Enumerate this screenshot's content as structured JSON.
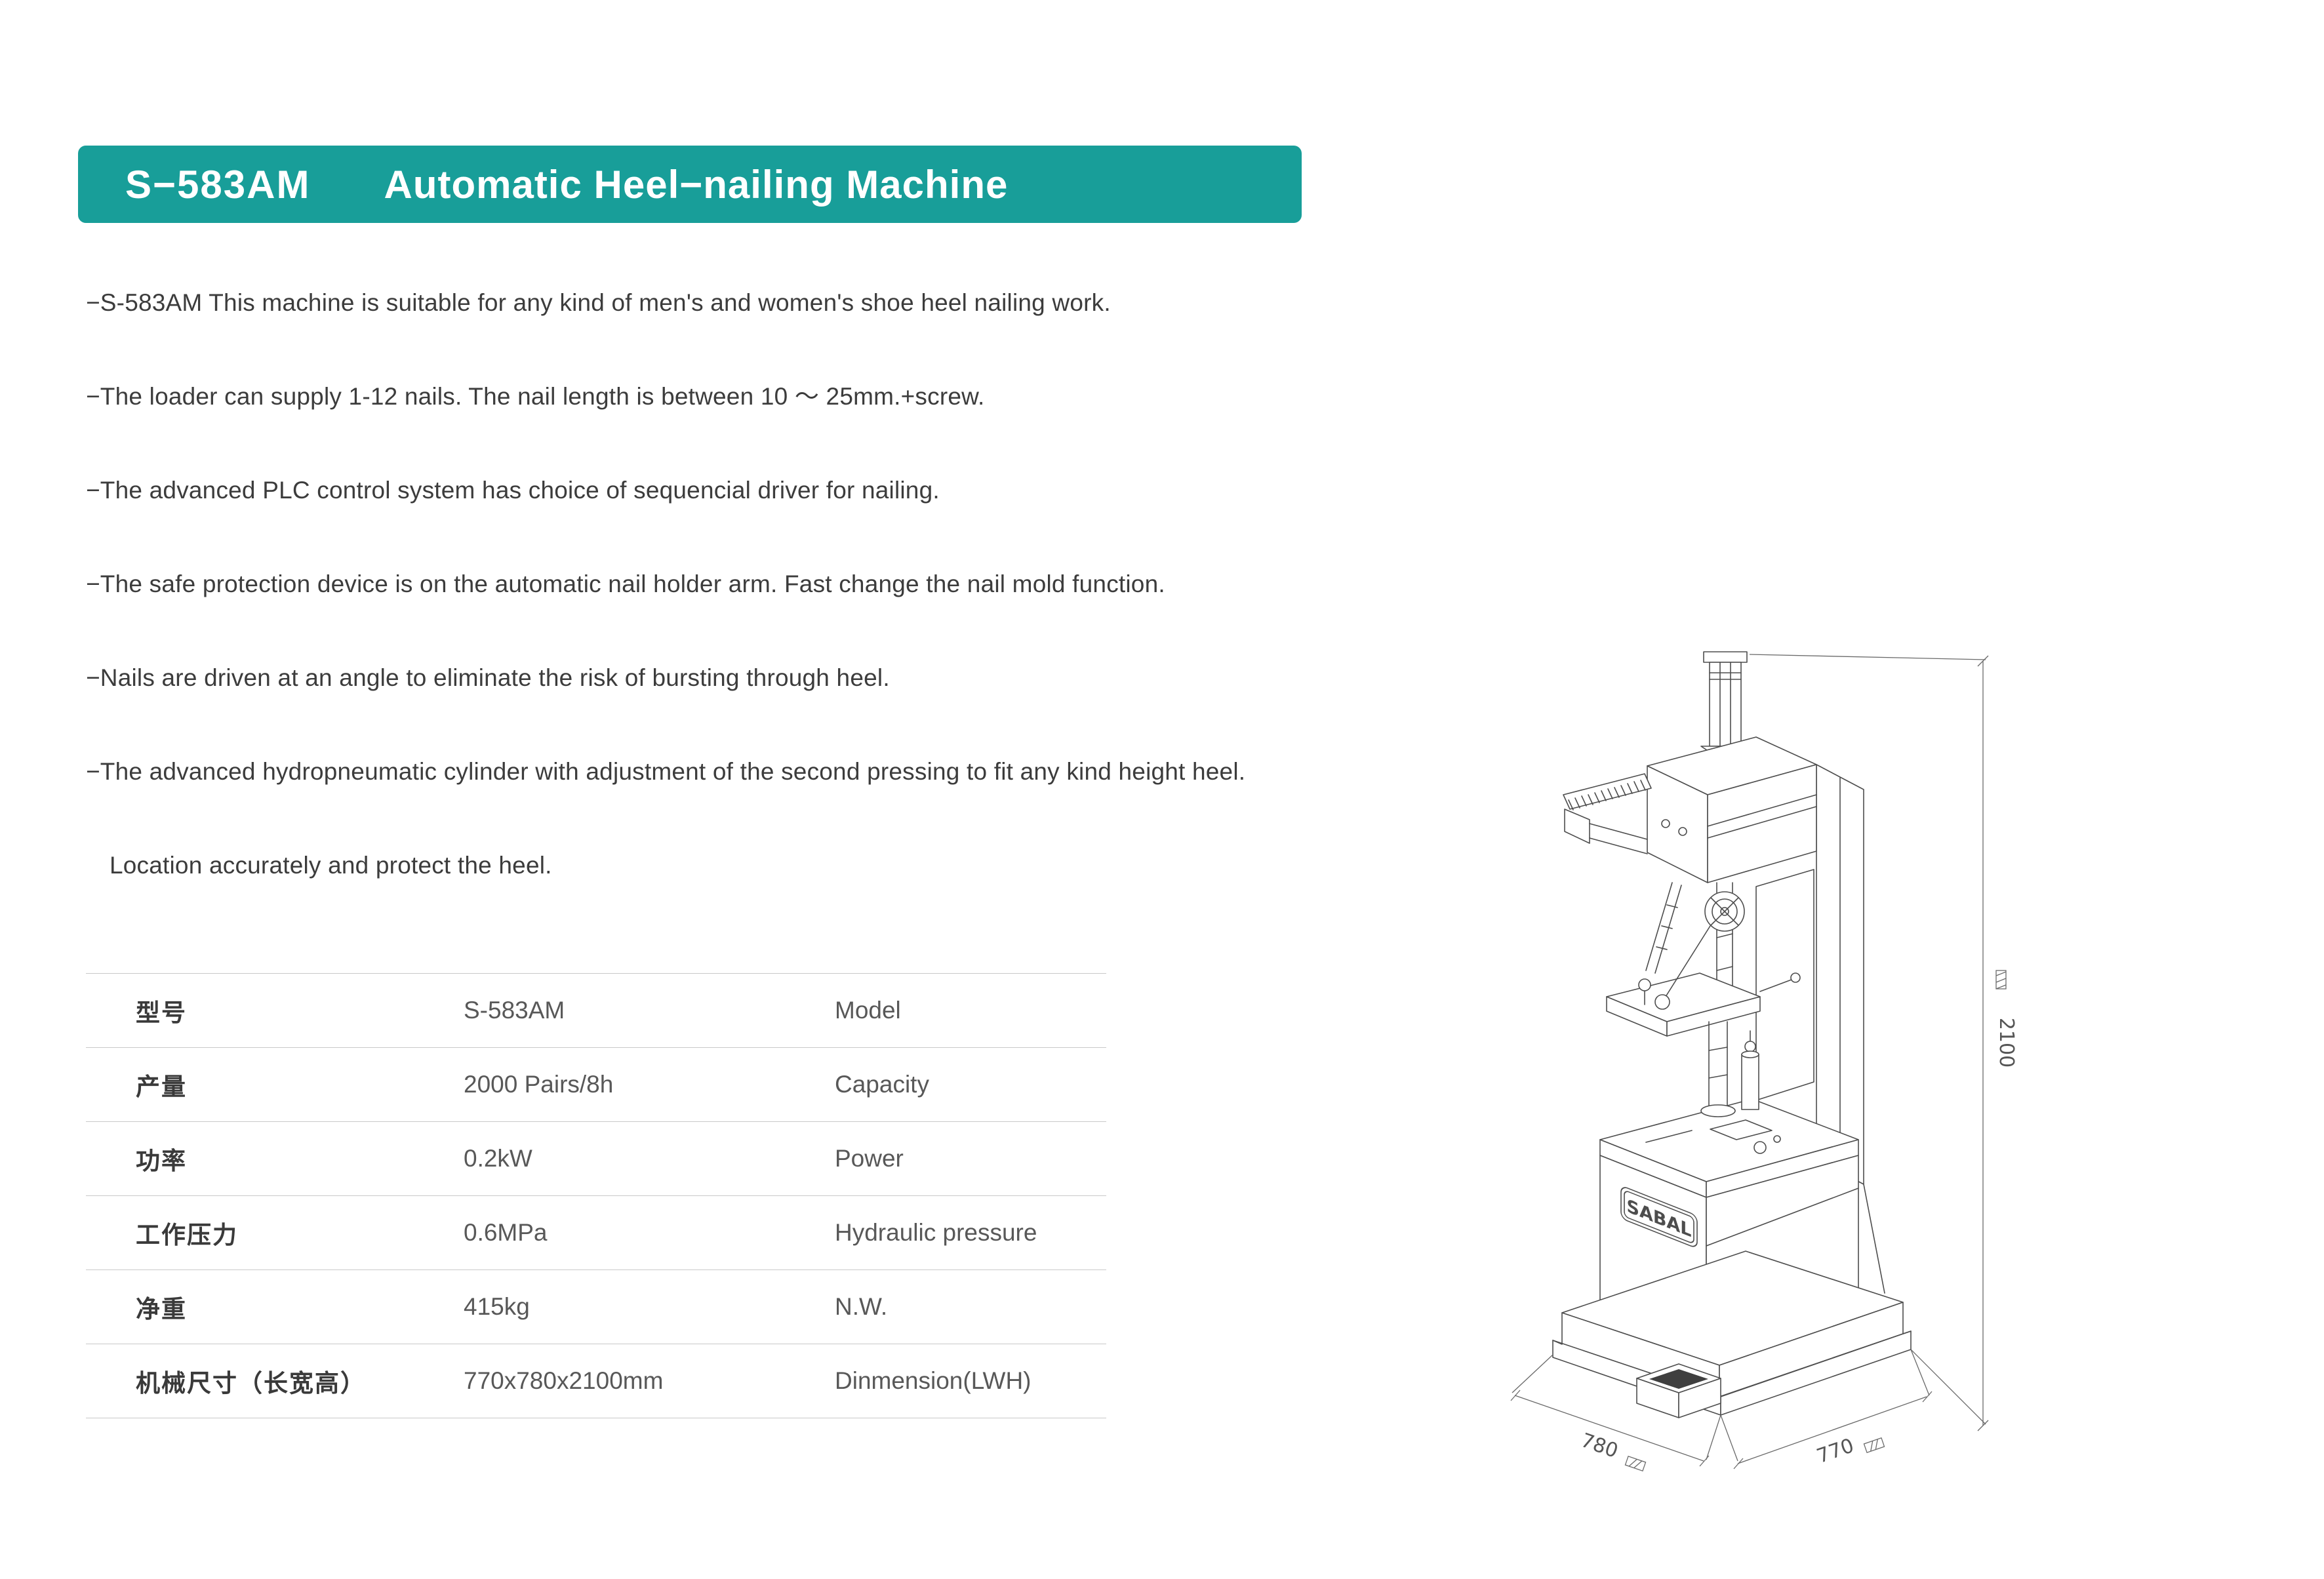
{
  "colors": {
    "accent": "#189e99"
  },
  "header": {
    "model": "S−583AM",
    "name": "Automatic Heel−nailing Machine"
  },
  "features": [
    "−S-583AM This machine is suitable for any kind of men's and women's shoe heel nailing work.",
    "−The loader can supply 1-12 nails. The nail length is between 10 ～ 25mm.+screw.",
    "−The advanced PLC control system has choice of sequencial driver for nailing.",
    "−The safe protection device is on the automatic nail holder arm. Fast change the nail mold function.",
    "−Nails are driven at an angle to eliminate the risk of bursting through heel.",
    "−The advanced hydropneumatic cylinder with adjustment of the second pressing to fit any kind height heel.",
    "Location accurately and protect the heel."
  ],
  "spec_table": {
    "rows": [
      {
        "cn": "型号",
        "value": "S-583AM",
        "en": "Model"
      },
      {
        "cn": "产量",
        "value": "2000 Pairs/8h",
        "en": "Capacity"
      },
      {
        "cn": "功率",
        "value": "0.2kW",
        "en": "Power"
      },
      {
        "cn": "工作压力",
        "value": "0.6MPa",
        "en": "Hydraulic pressure"
      },
      {
        "cn": "净重",
        "value": "415kg",
        "en": "N.W."
      },
      {
        "cn": "机械尺寸（长宽高）",
        "value": "770x780x2100mm",
        "en": "Dinmension(LWH)"
      }
    ]
  },
  "drawing": {
    "brand": "SABAL",
    "dim_height": "2100",
    "dim_width": "780",
    "dim_depth": "770"
  }
}
